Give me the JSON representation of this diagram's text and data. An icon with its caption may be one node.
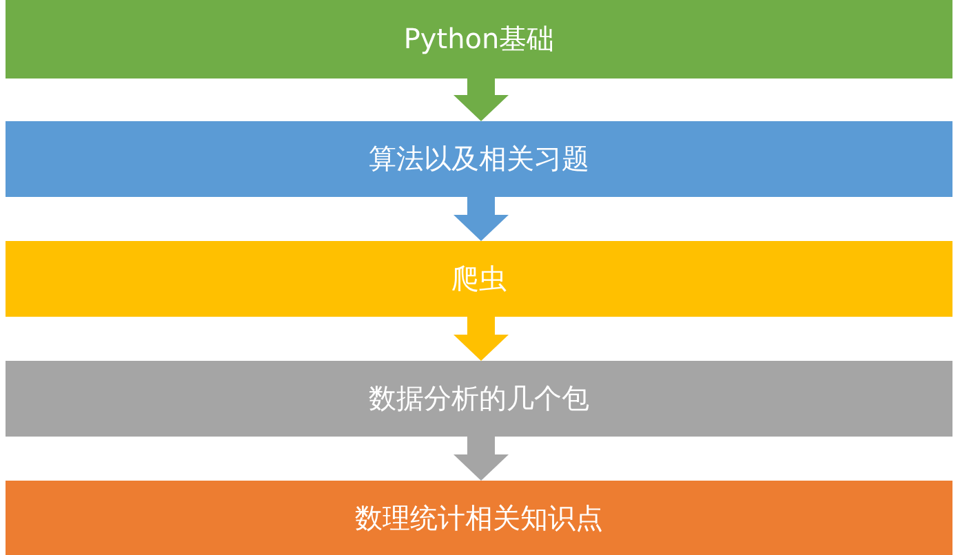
{
  "diagram": {
    "nodes": [
      {
        "text": [
          "Python基础"
        ]
      },
      {
        "text": [
          "算法以及相关习题"
        ]
      },
      {
        "text": [
          "爬虫"
        ]
      },
      {
        "text": [
          "数据分析的几个包"
        ]
      },
      {
        "text": [
          "数理统计相关知识点"
        ]
      }
    ],
    "edges": [
      {
        "from": 0,
        "to": 1,
        "arrow": "to",
        "color": "#70ad47"
      },
      {
        "from": 1,
        "to": 2,
        "arrow": "to",
        "color": "#5b9bd5"
      },
      {
        "from": 2,
        "to": 3,
        "arrow": "to",
        "color": "#ffc000"
      },
      {
        "from": 3,
        "to": 4,
        "arrow": "to",
        "color": "#a5a5a5"
      }
    ]
  }
}
